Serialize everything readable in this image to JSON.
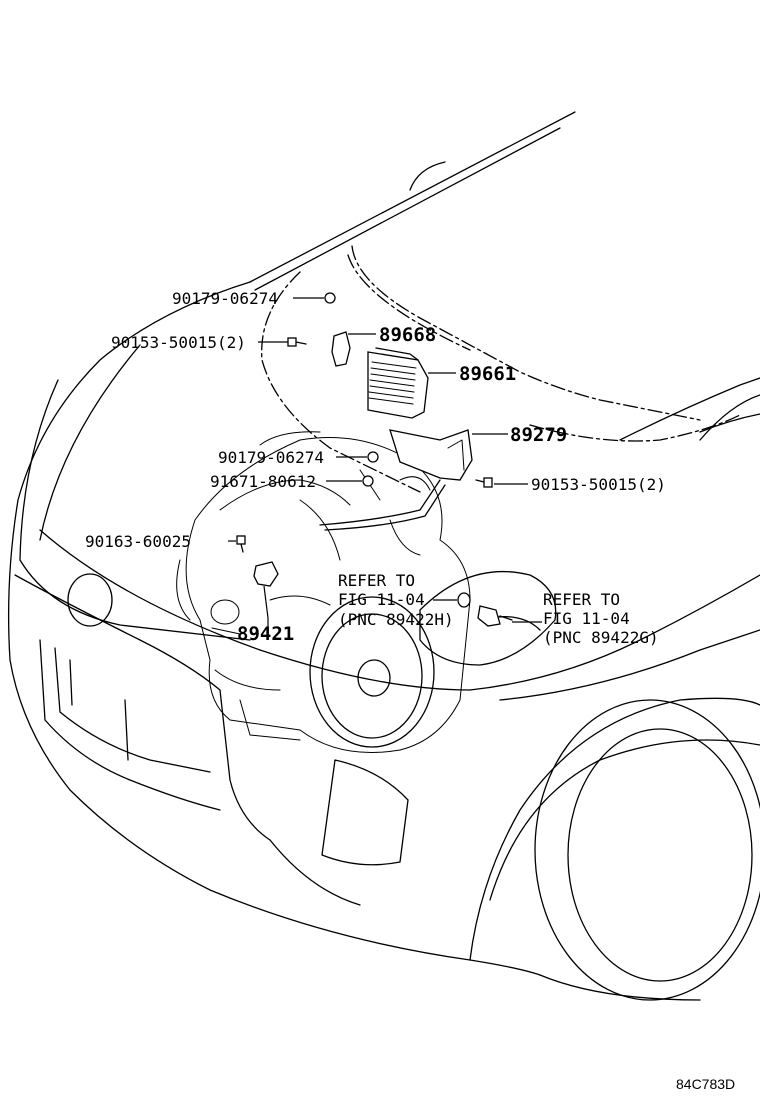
{
  "labels": {
    "bolt_90179_top": "90179-06274",
    "bolt_90153_left": "90153-50015(2)",
    "part_89668": "89668",
    "part_89661": "89661",
    "part_89279": "89279",
    "bolt_90179_mid": "90179-06274",
    "bolt_91671": "91671-80612",
    "bolt_90153_right": "90153-50015(2)",
    "bolt_90163": "90163-60025",
    "part_89421": "89421",
    "refer_left": {
      "line1": "REFER TO",
      "line2": "FIG 11-04",
      "line3": "(PNC 89422H)"
    },
    "refer_right": {
      "line1": "REFER TO",
      "line2": "FIG 11-04",
      "line3": "(PNC 89422G)"
    }
  },
  "drawing_code": "84C783D"
}
